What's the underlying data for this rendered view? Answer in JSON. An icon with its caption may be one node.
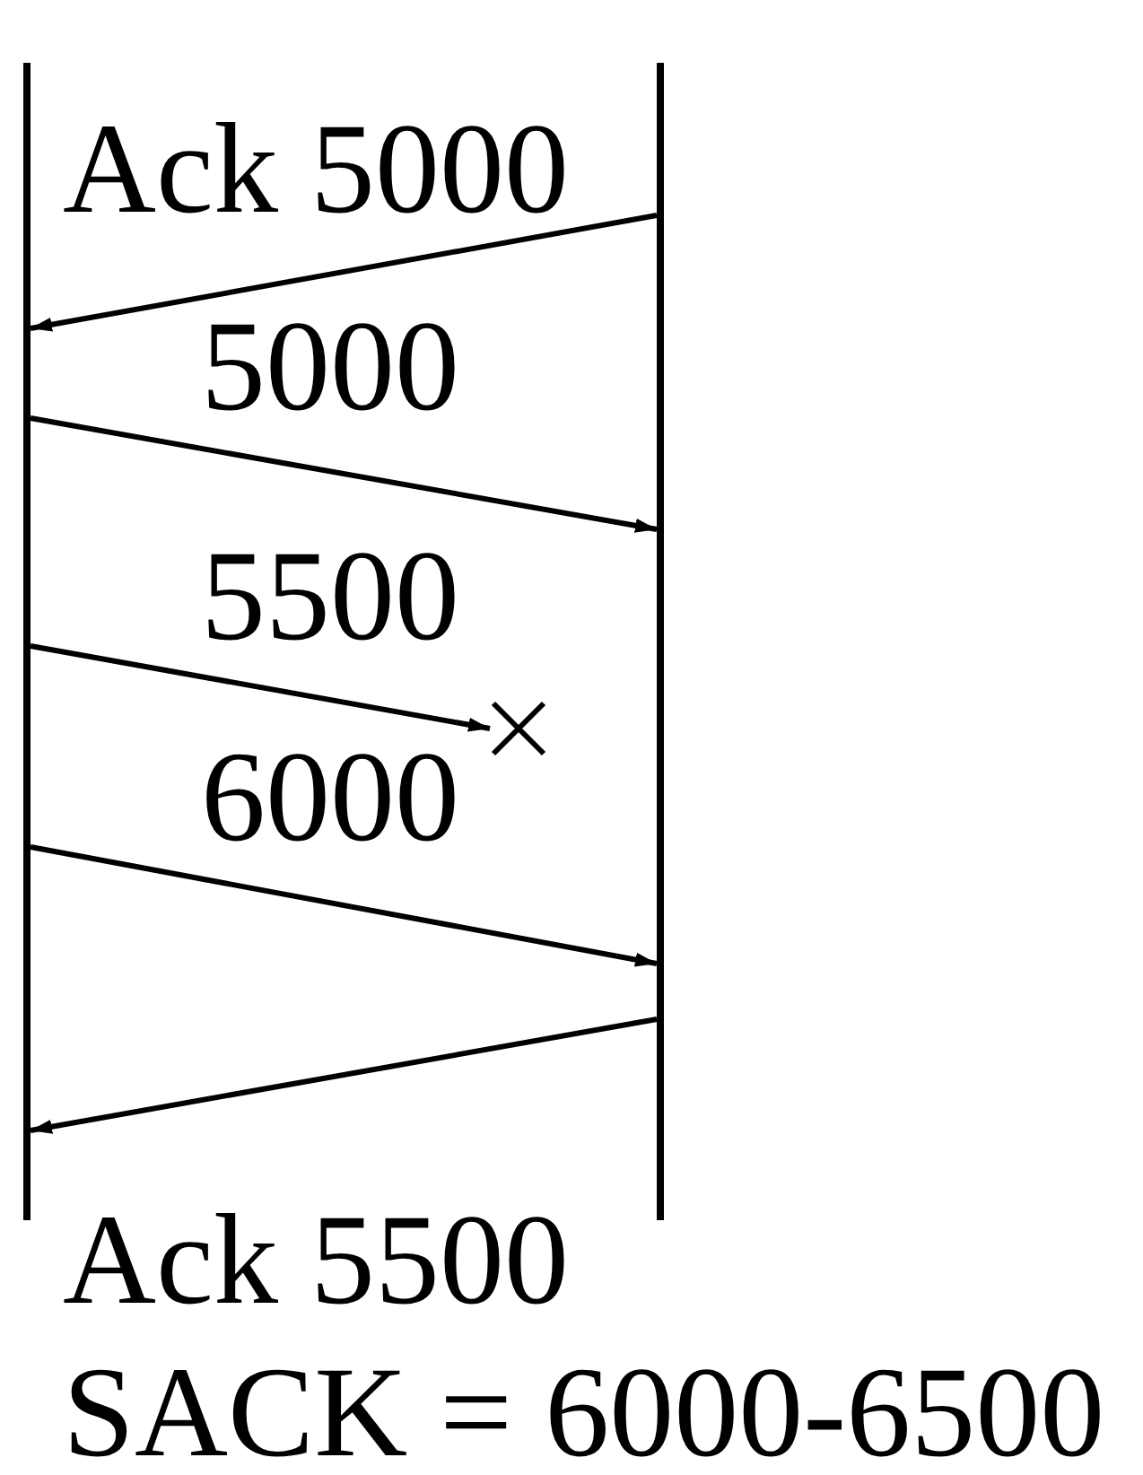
{
  "diagram": {
    "nodes": [
      {
        "text": [],
        "shape": "bar"
      },
      {
        "text": [],
        "shape": "bar"
      },
      {
        "text": [],
        "shape": "cross"
      }
    ],
    "edges": [
      {
        "from": 1,
        "to": 0,
        "arrow": "to",
        "label": "Ack 5000"
      },
      {
        "from": 0,
        "to": 1,
        "arrow": "to",
        "label": "5000"
      },
      {
        "from": 0,
        "to": 2,
        "arrow": "to",
        "label": "5500"
      },
      {
        "from": 0,
        "to": 1,
        "arrow": "to",
        "label": "6000"
      },
      {
        "from": 1,
        "to": 0,
        "arrow": "to"
      }
    ],
    "labels": [
      "Ack 5500",
      "SACK = 6000-6500"
    ]
  }
}
